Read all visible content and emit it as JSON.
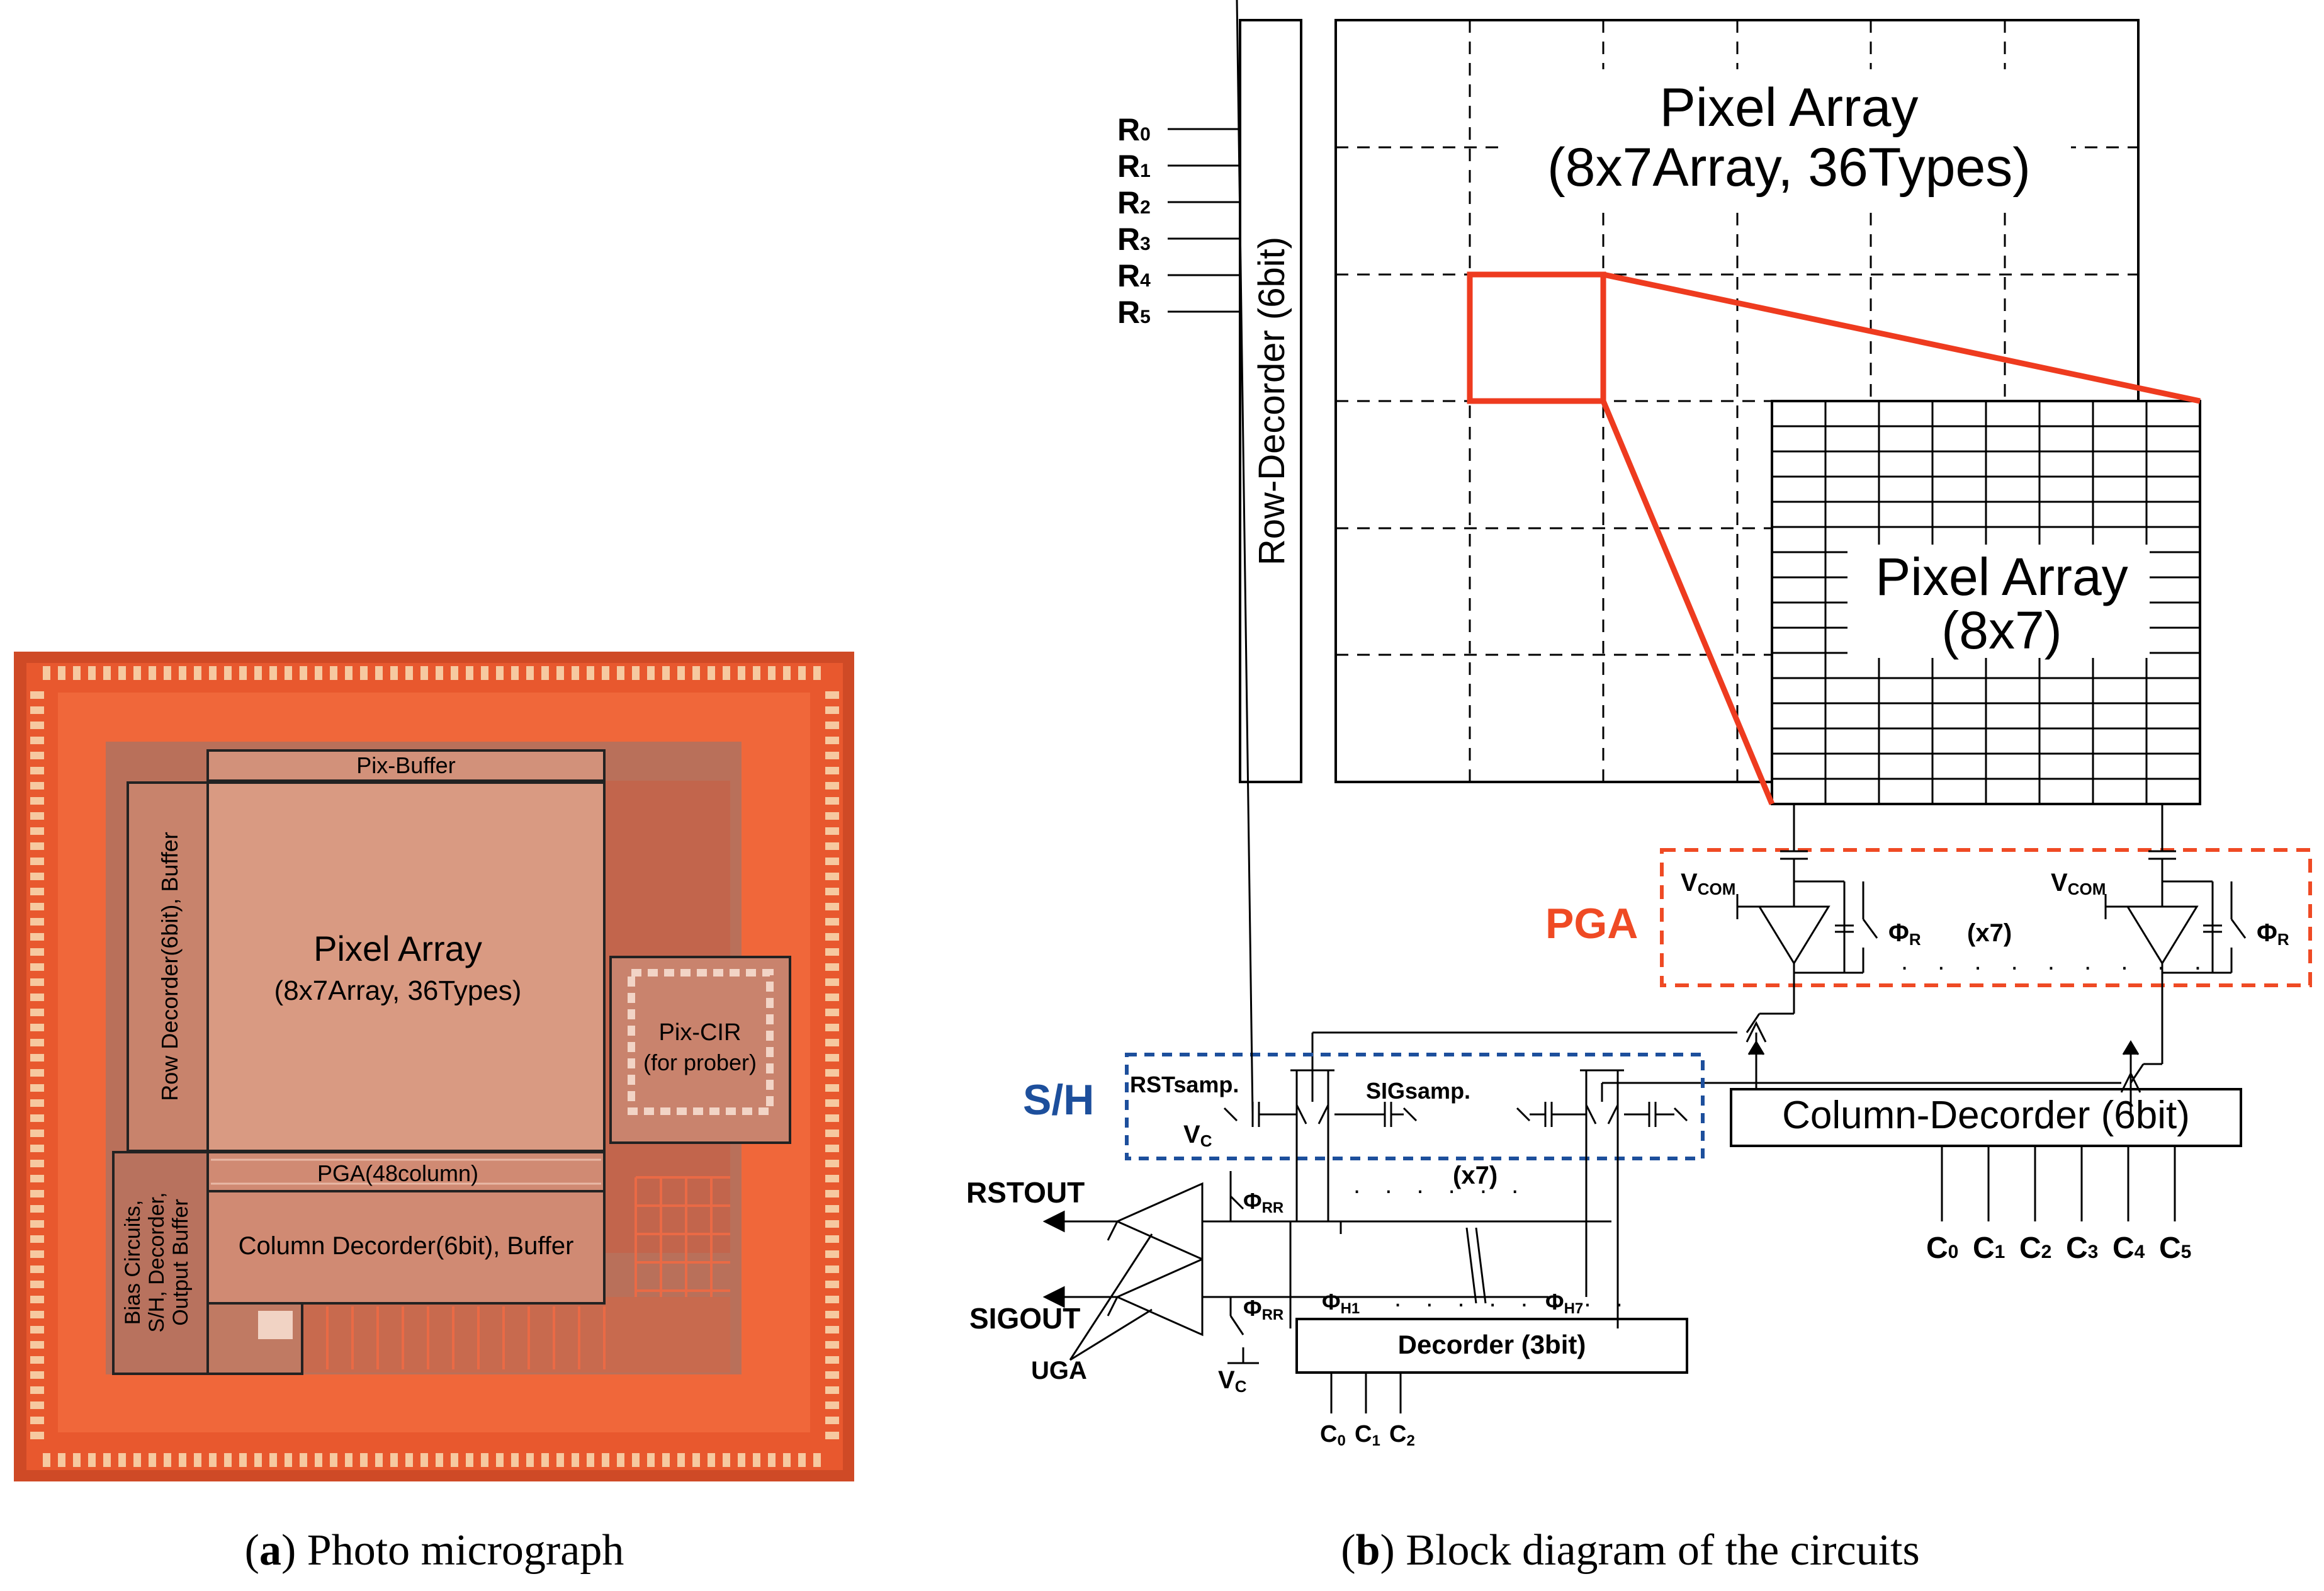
{
  "captions": {
    "a_letter": "a",
    "a_text": " Photo micrograph",
    "b_letter": "b",
    "b_text": " Block diagram of the circuits"
  },
  "micrograph": {
    "pix_buffer": "Pix-Buffer",
    "row_decoder": "Row Decorder(6bit), Buffer",
    "pixel_array_title": "Pixel Array",
    "pixel_array_sub": "(8x7Array, 36Types)",
    "pga": "PGA(48column)",
    "column_decoder": "Column Decorder(6bit), Buffer",
    "bias_line1": "Bias Circuits,",
    "bias_line2": "S/H, Decorder,",
    "bias_line3": "Output Buffer",
    "pixcir_line1": "Pix-CIR",
    "pixcir_line2": "(for prober)"
  },
  "diagram": {
    "row_decoder": "Row-Decorder (6bit)",
    "row_inputs": [
      {
        "letter": "R",
        "sub": "0"
      },
      {
        "letter": "R",
        "sub": "1"
      },
      {
        "letter": "R",
        "sub": "2"
      },
      {
        "letter": "R",
        "sub": "3"
      },
      {
        "letter": "R",
        "sub": "4"
      },
      {
        "letter": "R",
        "sub": "5"
      }
    ],
    "pixel_array_title": "Pixel Array",
    "pixel_array_sub": "(8x7Array, 36Types)",
    "zoom_title": "Pixel Array",
    "zoom_sub": "(8x7)",
    "pga_label": "PGA",
    "vcom_main": "V",
    "vcom_sub": "COM",
    "phi_main": "Φ",
    "phi_r_sub": "R",
    "phi_rr_sub": "RR",
    "phi_h1_sub": "H1",
    "phi_h7_sub": "H7",
    "x7": "(x7)",
    "sh_label": "S/H",
    "rst_samp": "RSTsamp.",
    "sig_samp": "SIGsamp.",
    "vc_main": "V",
    "vc_sub": "C",
    "col_decoder": "Column-Decorder (6bit)",
    "col_inputs": [
      {
        "letter": "C",
        "sub": "0"
      },
      {
        "letter": "C",
        "sub": "1"
      },
      {
        "letter": "C",
        "sub": "2"
      },
      {
        "letter": "C",
        "sub": "3"
      },
      {
        "letter": "C",
        "sub": "4"
      },
      {
        "letter": "C",
        "sub": "5"
      }
    ],
    "rstout": "RSTOUT",
    "sigout": "SIGOUT",
    "uga": "UGA",
    "decoder3": "Decorder (3bit)",
    "dec_inputs": [
      {
        "letter": "C",
        "sub": "0"
      },
      {
        "letter": "C",
        "sub": "1"
      },
      {
        "letter": "C",
        "sub": "2"
      }
    ]
  },
  "colors": {
    "chip_orange": "#e8582e",
    "die_brown": "#b46a55",
    "pixel_array_fill": "#d99a82",
    "zoom_red": "#ee3b1f",
    "pga_red": "#ef4a24",
    "sh_blue": "#1d4f9c"
  }
}
